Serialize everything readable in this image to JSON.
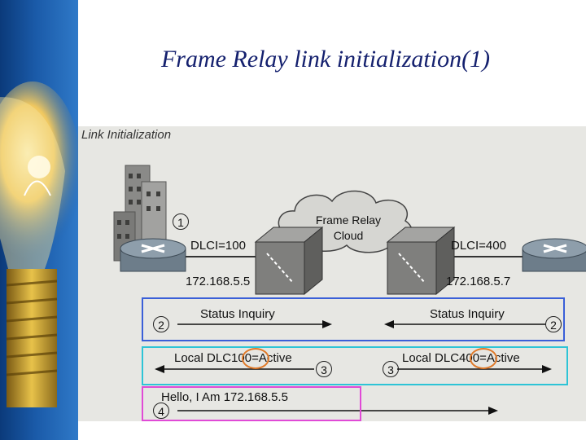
{
  "slide": {
    "title": "Frame Relay link initialization(1)"
  },
  "figure": {
    "heading": "Link Initialization",
    "cloud_label_line1": "Frame Relay",
    "cloud_label_line2": "Cloud",
    "left": {
      "step": "1",
      "dlci": "DLCI=100",
      "ip": "172.168.5.5"
    },
    "right": {
      "dlci": "DLCI=400",
      "ip": "172.168.5.7"
    },
    "messages": {
      "status_inquiry_left": "Status Inquiry",
      "status_inquiry_right": "Status Inquiry",
      "step2": "2",
      "local_left_prefix": "Local DLC",
      "local_left_value": "100",
      "local_left_suffix": "=Active",
      "local_right_prefix": "Local DLC",
      "local_right_value": "400",
      "local_right_suffix": "=Active",
      "step3": "3",
      "hello": "Hello, I Am 172.168.5.5",
      "step4": "4"
    },
    "colors": {
      "box_status": "#3a5fd8",
      "box_local": "#2ec4d6",
      "box_hello": "#e04ad6",
      "highlight": "#e07a2a",
      "title": "#14206e"
    }
  }
}
